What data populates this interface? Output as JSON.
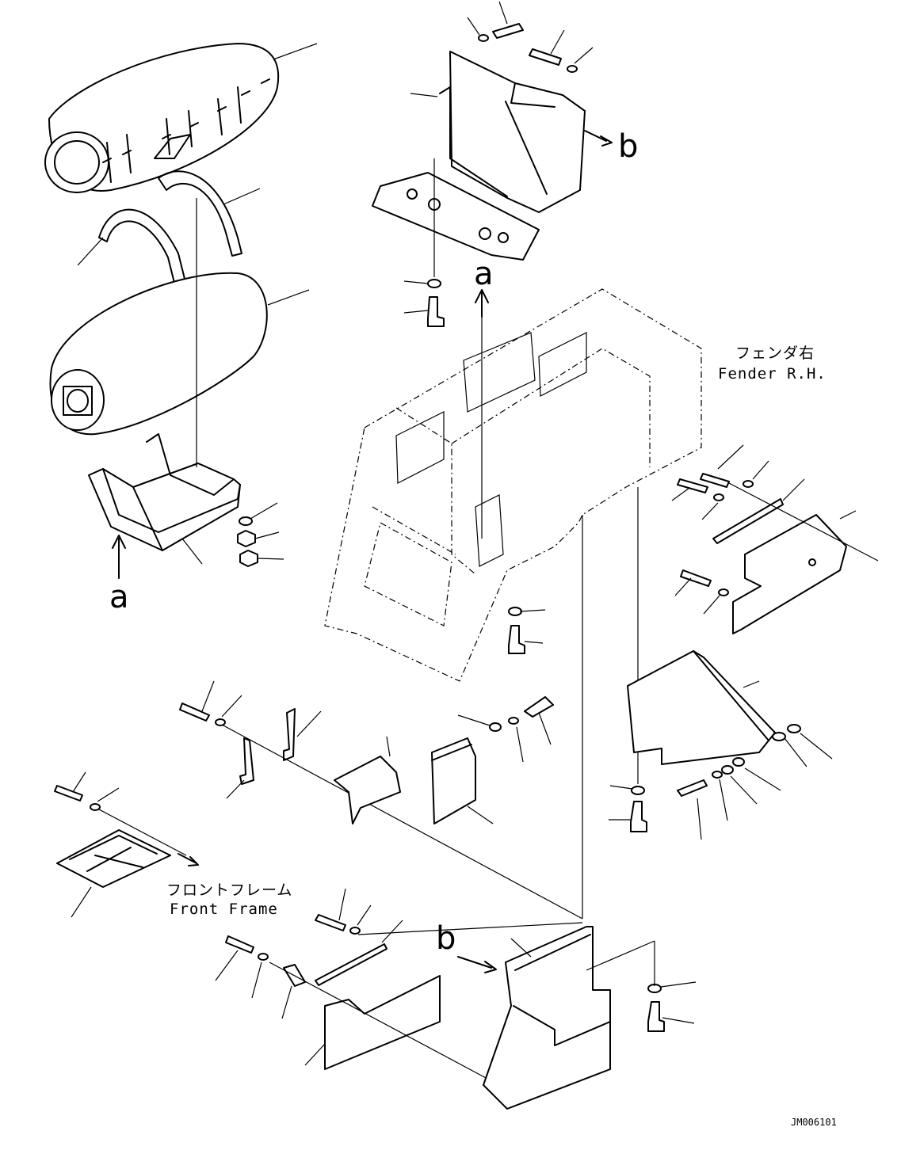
{
  "labels": {
    "arrow_a_top": "a",
    "arrow_a_bottom": "a",
    "arrow_b_top": "b",
    "arrow_b_bottom": "b"
  },
  "captions": {
    "fender_jp": "フェンダ右",
    "fender_en": "Fender R.H.",
    "front_frame_jp": "フロントフレーム",
    "front_frame_en": "Front Frame"
  },
  "drawing_code": "JM006101"
}
